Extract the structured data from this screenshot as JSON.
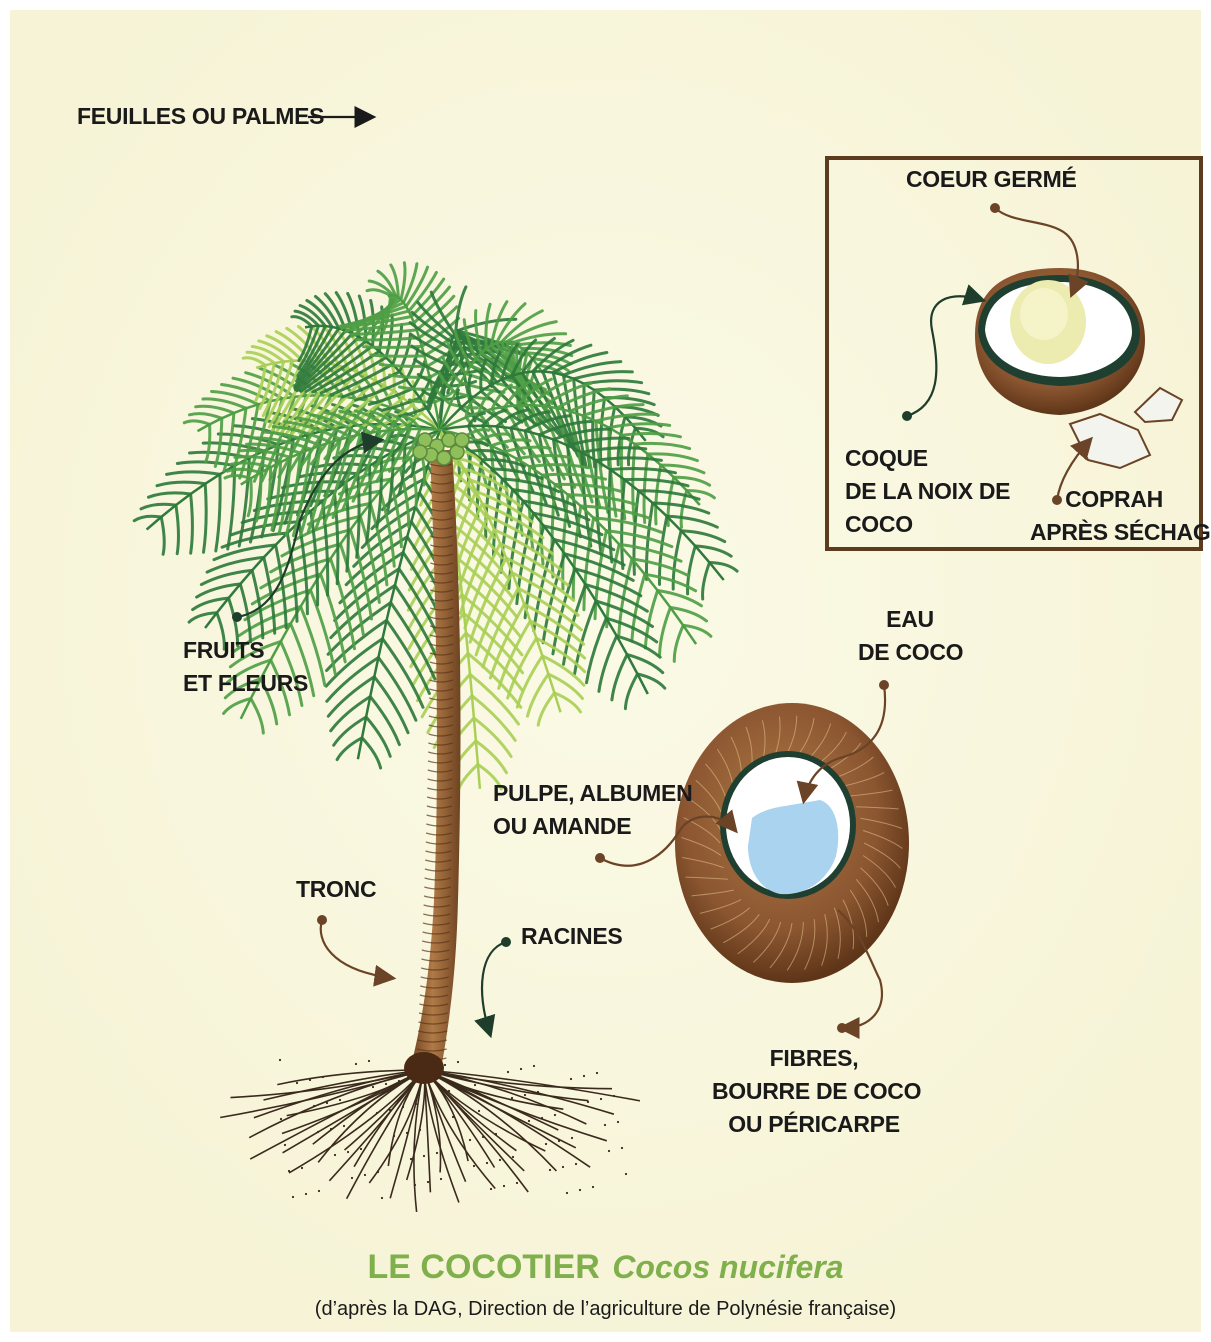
{
  "title": {
    "main": "LE COCOTIER",
    "scientific": "Cocos nucifera",
    "credit": "(d’après la DAG, Direction de l’agriculture de Polynésie française)"
  },
  "labels": {
    "leaves": "FEUILLES OU PALMES",
    "fruits": [
      "FRUITS",
      "ET FLEURS"
    ],
    "trunk": "TRONC",
    "roots": "RACINES",
    "pulp": [
      "PULPE, ALBUMEN",
      "OU AMANDE"
    ],
    "water": [
      "EAU",
      "DE COCO"
    ],
    "fibers": [
      "FIBRES,",
      "BOURRE DE COCO",
      "OU PÉRICARPE"
    ]
  },
  "inset": {
    "heart": "COEUR GERMÉ",
    "shell": [
      "COQUE",
      "DE LA NOIX DE",
      "COCO"
    ],
    "copra": [
      "COPRAH",
      "APRÈS SÉCHAGE"
    ]
  },
  "colors": {
    "background": "#f8f6df",
    "title_green": "#7fb04c",
    "inset_border": "#5c3b1e",
    "trunk": "#9a6234",
    "palm_dark": "#2f7a3c",
    "palm_mid": "#4f9e45",
    "palm_light": "#a9cf57",
    "husk": "#8a5530",
    "coconut_water": "#a9d3ee",
    "arrow_brown": "#6b4326",
    "arrow_dark": "#1e3d2a"
  }
}
